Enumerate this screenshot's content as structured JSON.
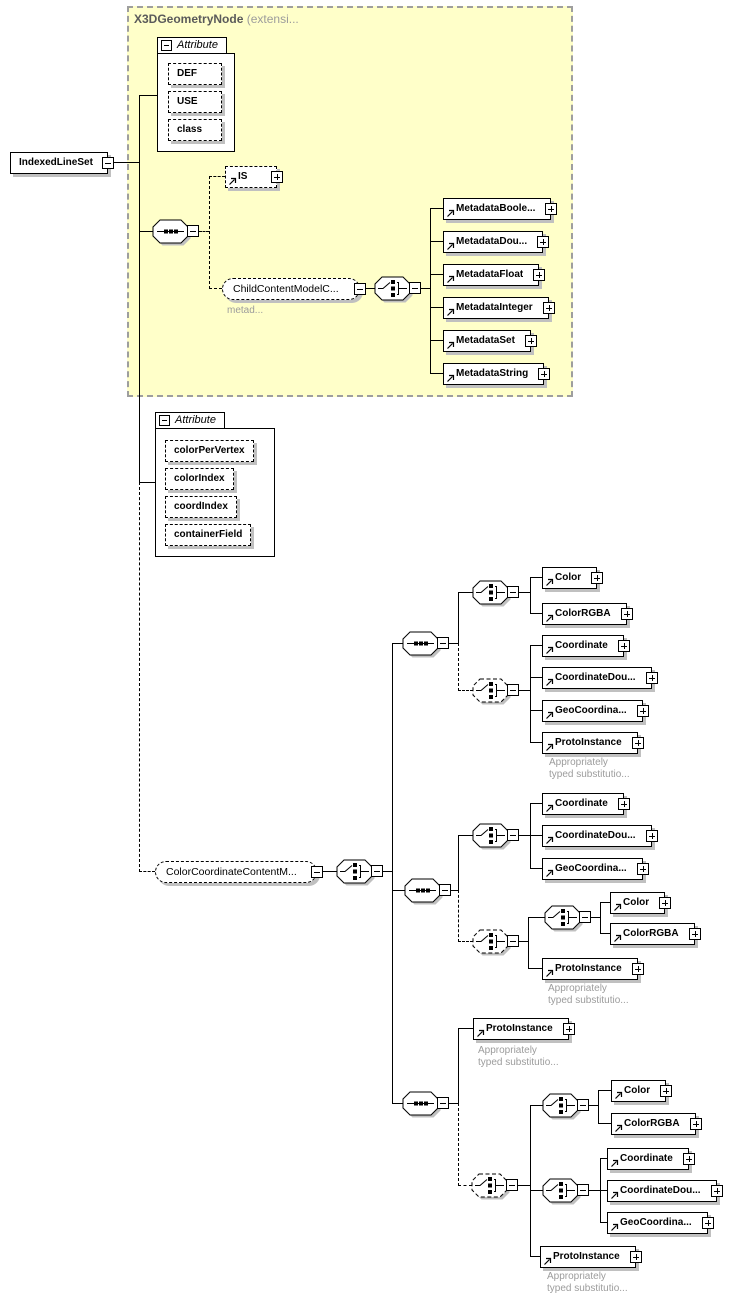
{
  "region": {
    "title": "X3DGeometryNode",
    "subtitle": "(extensi..."
  },
  "root": {
    "label": "IndexedLineSet"
  },
  "attr1": {
    "header": "Attribute",
    "items": [
      "DEF",
      "USE",
      "class"
    ]
  },
  "is_el": {
    "label": "IS"
  },
  "ccm": {
    "label": "ChildContentModelC...",
    "caption": "metad..."
  },
  "metadata": {
    "items": [
      "MetadataBoole...",
      "MetadataDou...",
      "MetadataFloat",
      "MetadataInteger",
      "MetadataSet",
      "MetadataString"
    ]
  },
  "attr2": {
    "header": "Attribute",
    "items": [
      "colorPerVertex",
      "colorIndex",
      "coordIndex",
      "containerField"
    ]
  },
  "cccm": {
    "label": "ColorCoordinateContentM..."
  },
  "labels": {
    "color": "Color",
    "color_rgba": "ColorRGBA",
    "coordinate": "Coordinate",
    "coordinate_double": "CoordinateDou...",
    "geo_coordinate": "GeoCoordina...",
    "proto_instance": "ProtoInstance"
  },
  "caption": {
    "line1": "Appropriately",
    "line2": "typed substitutio..."
  },
  "colors": {
    "region_bg": "#ffffc9",
    "region_border": "#9e9e9e",
    "region_title": "#5a5a5a",
    "shadow": "#c0c0c0",
    "muted": "#9c9c9c",
    "line": "#000000"
  }
}
